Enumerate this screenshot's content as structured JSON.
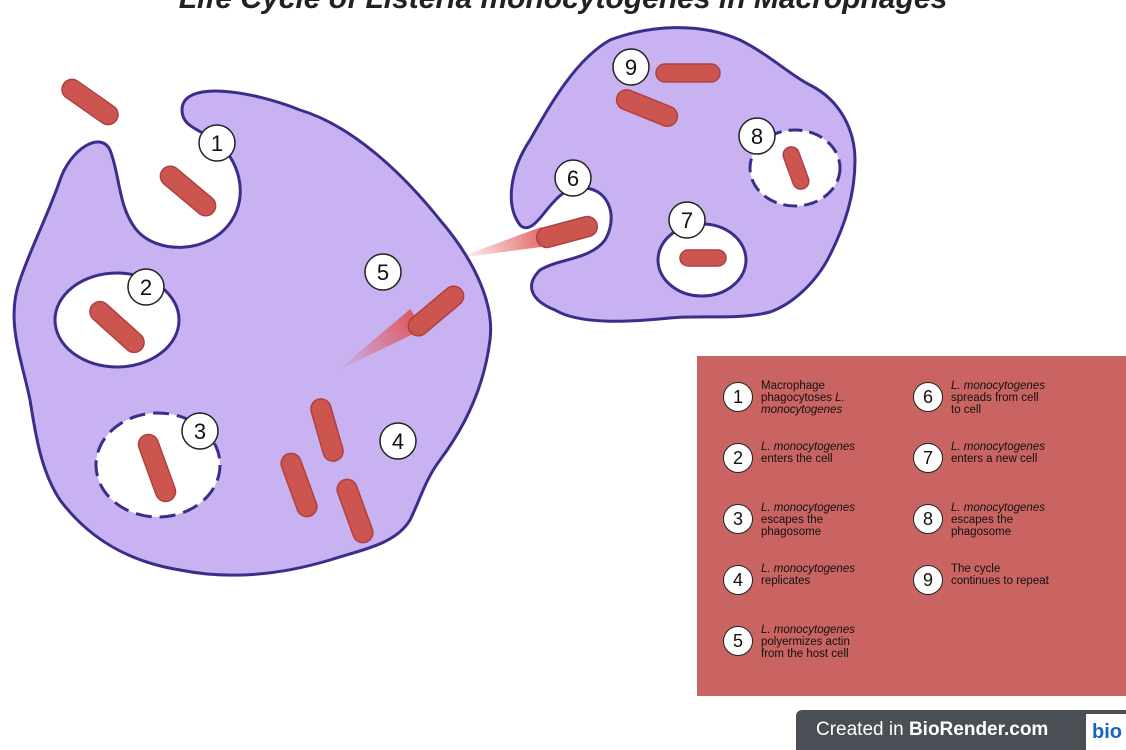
{
  "title": "Life Cycle of Listeria monocytogenes in Macrophages",
  "colors": {
    "cell_fill": "#c9b2f1",
    "cell_stroke": "#3a2e8c",
    "bacterium": "#cc5550",
    "legend_bg": "#c96462",
    "badge_bg": "#4a4f56"
  },
  "step_numbers": [
    "1",
    "2",
    "3",
    "4",
    "5",
    "6",
    "7",
    "8",
    "9"
  ],
  "legend": [
    {
      "num": "1",
      "pre": "Macrophage phagocytoses ",
      "italic": "L. monocytogenes",
      "post": ""
    },
    {
      "num": "2",
      "pre": "",
      "italic": "L. monocytogenes",
      "post": " enters the cell"
    },
    {
      "num": "3",
      "pre": "",
      "italic": "L. monocytogenes",
      "post": " escapes the phagosome"
    },
    {
      "num": "4",
      "pre": "",
      "italic": "L. monocytogenes",
      "post": " replicates"
    },
    {
      "num": "5",
      "pre": "",
      "italic": "L. monocytogenes",
      "post": " polyermizes actin from the host cell"
    },
    {
      "num": "6",
      "pre": "",
      "italic": "L. monocytogenes",
      "post": " spreads from cell to cell"
    },
    {
      "num": "7",
      "pre": "",
      "italic": "L. monocytogenes",
      "post": " enters a new cell"
    },
    {
      "num": "8",
      "pre": "",
      "italic": "L. monocytogenes",
      "post": " escapes the phagosome"
    },
    {
      "num": "9",
      "pre": "The cycle continues to repeat",
      "italic": "",
      "post": ""
    }
  ],
  "badge": {
    "prefix": "Created in ",
    "brand": "BioRender.com",
    "logo": "bio"
  }
}
